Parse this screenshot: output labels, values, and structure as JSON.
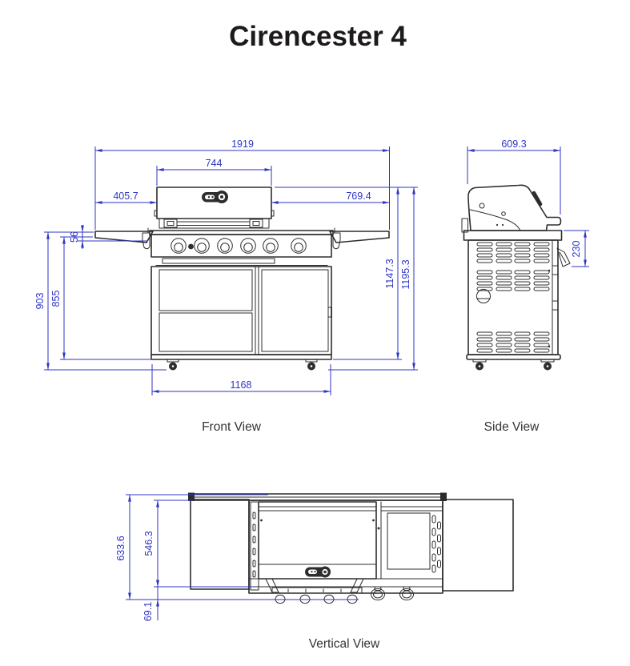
{
  "title": "Cirencester 4",
  "views": {
    "front": {
      "caption": "Front View",
      "dims": {
        "overall_width": "1919",
        "lid_width": "744",
        "lid_left_offset": "405.7",
        "lid_right_offset": "769.4",
        "panel_band_height": "56",
        "worktop_height": "903",
        "body_height": "855",
        "height_no_casters": "1147.3",
        "overall_height": "1195.3",
        "cart_width": "1168"
      }
    },
    "side": {
      "caption": "Side View",
      "dims": {
        "overall_depth": "609.3",
        "hood_section_height": "230"
      }
    },
    "vertical": {
      "caption": "Vertical View",
      "dims": {
        "overall_depth": "633.6",
        "body_depth": "546.3",
        "knob_protrusion": "69.1"
      }
    }
  },
  "colors": {
    "dimension_blue": "#2f35c5",
    "drawing_line": "#2d2d2d"
  }
}
